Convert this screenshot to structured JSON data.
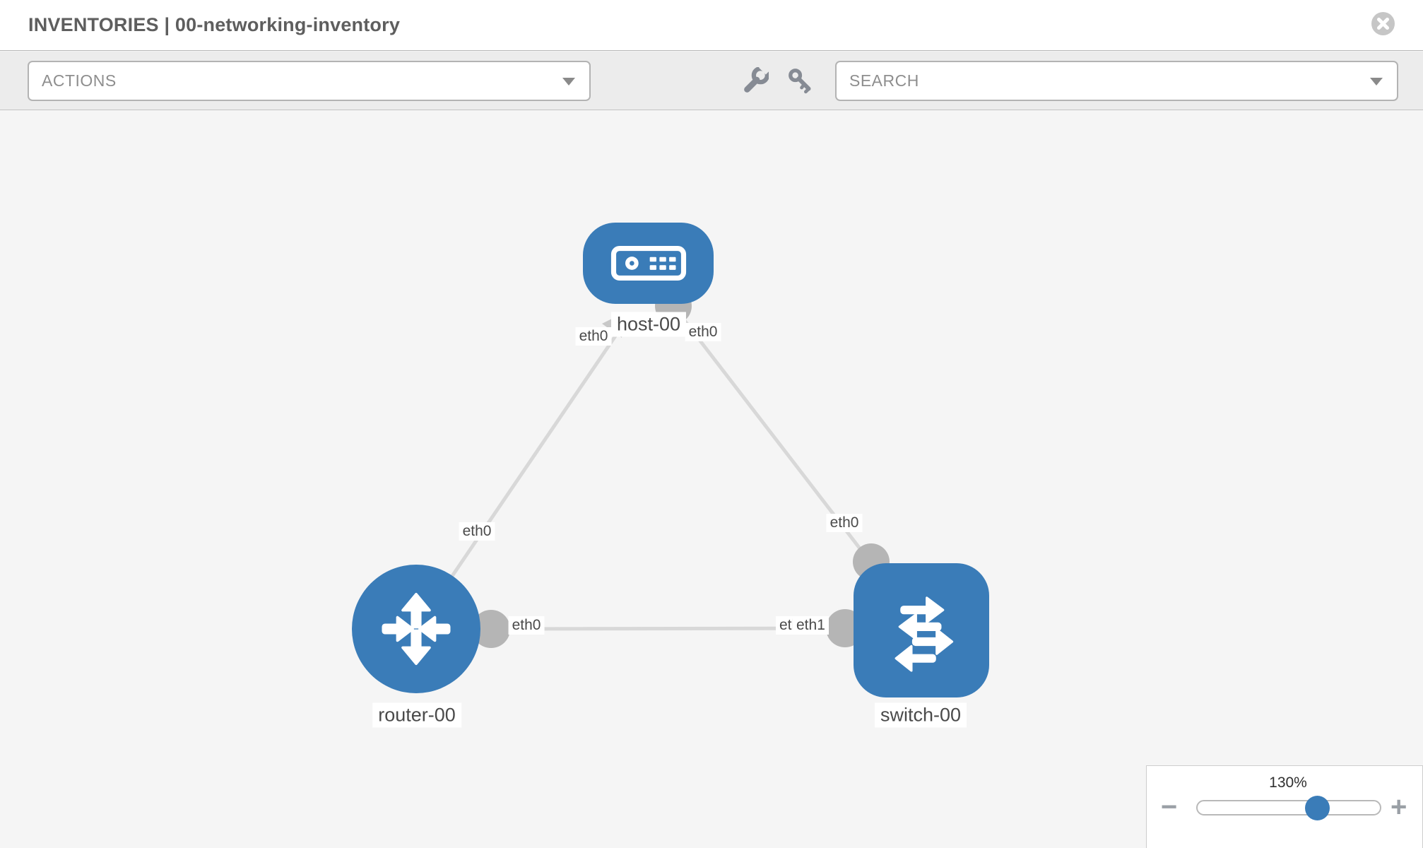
{
  "header": {
    "title": "INVENTORIES | 00-networking-inventory"
  },
  "toolbar": {
    "actions": "ACTIONS",
    "search": "SEARCH"
  },
  "diagram": {
    "nodes": [
      {
        "label": "host-00",
        "type": "host"
      },
      {
        "label": "router-00",
        "type": "router"
      },
      {
        "label": "switch-00",
        "type": "switch"
      }
    ],
    "interfaces": {
      "host_left": "eth0",
      "host_right": "eth0",
      "router_to_host": "eth0",
      "switch_to_host": "eth0",
      "router_to_switch": "eth0",
      "switch_to_router_back": "eth0",
      "switch_to_router_front": "eth1"
    }
  },
  "zoom_control": {
    "level": "130%",
    "minus": "−",
    "plus": "+"
  },
  "colors": {
    "node_blue": "#3a7cb8",
    "link_gray": "#d8d8d8",
    "dot_gray": "#b5b5b5",
    "toolbar_bg": "#ececec"
  }
}
